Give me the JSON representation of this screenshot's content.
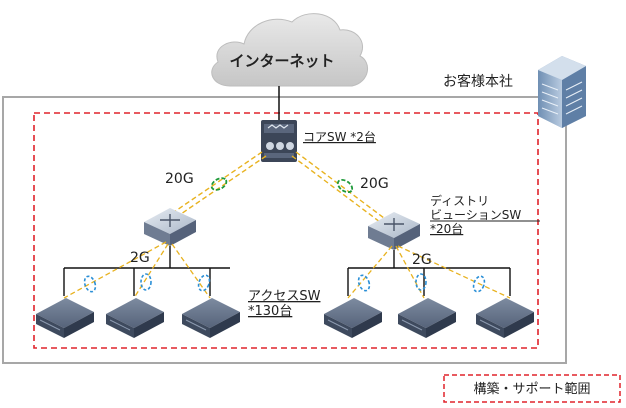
{
  "cloud_label": "インターネット",
  "hq_label": "お客様本社",
  "core": {
    "name": "コアSW *2台"
  },
  "links": {
    "core_to_dist_left": "20G",
    "core_to_dist_right": "20G",
    "dist_to_access_left": "2G",
    "dist_to_access_right": "2G"
  },
  "distribution": {
    "line1": "ディストリ",
    "line2": "ビューションSW",
    "line3": "*20台"
  },
  "access": {
    "line1": "アクセスSW",
    "line2": "*130台"
  },
  "legend": {
    "label": "構築・サポート範囲"
  },
  "colors": {
    "boundary_dashed": "#e0232b",
    "uplink": "#e8b21f",
    "ring_green": "#1e9a3a",
    "ring_blue": "#2a8fd6",
    "switch_dark": "#3c4658",
    "switch_light": "#8797ad"
  },
  "icons": [
    "cloud-icon",
    "building-icon",
    "core-switch-icon",
    "distribution-switch-icon",
    "access-switch-icon"
  ]
}
